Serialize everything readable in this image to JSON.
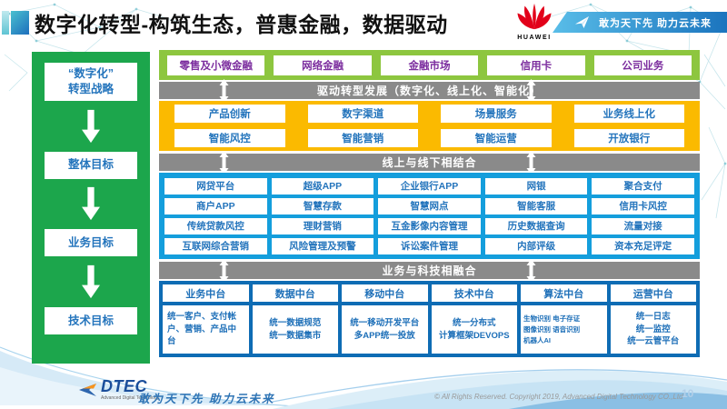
{
  "header": {
    "title": "数字化转型-构筑生态，普惠金融，数据驱动",
    "brand": "HUAWEI",
    "ribbon_slogan": "敢为天下先 助力云未来"
  },
  "sidebar": {
    "items": [
      "“数字化”\n转型战略",
      "整体目标",
      "业务目标",
      "技术目标"
    ]
  },
  "main": {
    "business_lines": [
      "零售及小微金融",
      "网络金融",
      "金融市场",
      "信用卡",
      "公司业务"
    ],
    "bar1": "驱动转型发展（数字化、线上化、智能化）",
    "transform_rows": [
      [
        "产品创新",
        "数字渠道",
        "场景服务",
        "业务线上化"
      ],
      [
        "智能风控",
        "智能营销",
        "智能运营",
        "开放银行"
      ]
    ],
    "bar2": "线上与线下相结合",
    "channel_rows": [
      [
        "网贷平台",
        "超级APP",
        "企业银行APP",
        "网银",
        "聚合支付"
      ],
      [
        "商户APP",
        "智慧存款",
        "智慧网点",
        "智能客服",
        "信用卡风控"
      ],
      [
        "传统贷款风控",
        "理财营销",
        "互金影像内容管理",
        "历史数据查询",
        "流量对接"
      ],
      [
        "互联网综合营销",
        "风险管理及预警",
        "诉讼案件管理",
        "内部评级",
        "资本充足评定"
      ]
    ],
    "bar3": "业务与科技相融合",
    "platforms": [
      {
        "title": "业务中台",
        "detail": "统一客户、支付帐户、营销、产品中台"
      },
      {
        "title": "数据中台",
        "detail": "统一数据规范\n统一数据集市"
      },
      {
        "title": "移动中台",
        "detail": "统一移动开发平台\n多APP统一投放"
      },
      {
        "title": "技术中台",
        "detail": "统一分布式\n计算框架DEVOPS"
      },
      {
        "title": "算法中台",
        "detail": "生物识别 电子存证\n图像识别 语音识别\n机器人AI"
      },
      {
        "title": "运营中台",
        "detail": "统一日志\n统一监控\n统一云管平台"
      }
    ]
  },
  "footer": {
    "logo_text": "DTEC",
    "logo_sub": "Advanced Digital Technology",
    "slogan": "敢为天下先   助力云未来",
    "copyright": "© All Rights Reserved. Copyright 2019, Advanced Digital Technology CO.,Ltd",
    "page": "10"
  },
  "colors": {
    "sidebar_green": "#1ca64c",
    "row_green": "#8dc63f",
    "bar_gray": "#8a8a8a",
    "panel_yellow": "#fbba00",
    "grid_blue": "#149edc",
    "platform_blue": "#0e6cb4",
    "box_text_blue": "#2374bc",
    "business_text_purple": "#7b2d9e",
    "huawei_red": "#e2001a",
    "ribbon_blue": "#1b74be",
    "title_black": "#111111"
  }
}
